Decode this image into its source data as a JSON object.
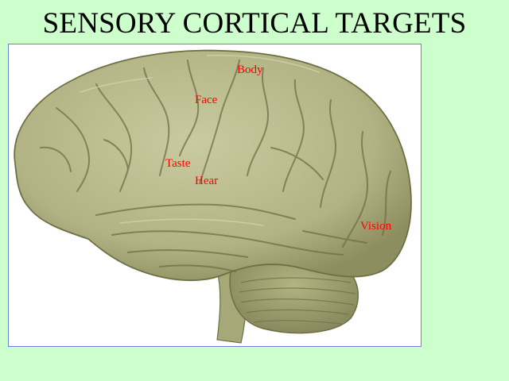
{
  "slide": {
    "title": "SENSORY CORTICAL TARGETS"
  },
  "figure": {
    "image_subject": "brain-lateral-view",
    "labels": {
      "body": "Body",
      "face": "Face",
      "taste": "Taste",
      "hear": "Hear",
      "vision": "Vision"
    }
  },
  "colors": {
    "background": "#ccffcc",
    "frame_border": "#6f7fe0",
    "label": "#ff0000",
    "brain_fill": "#b8b98a",
    "brain_shadow": "#6e6f45",
    "cerebellum_fill": "#a3a474"
  }
}
